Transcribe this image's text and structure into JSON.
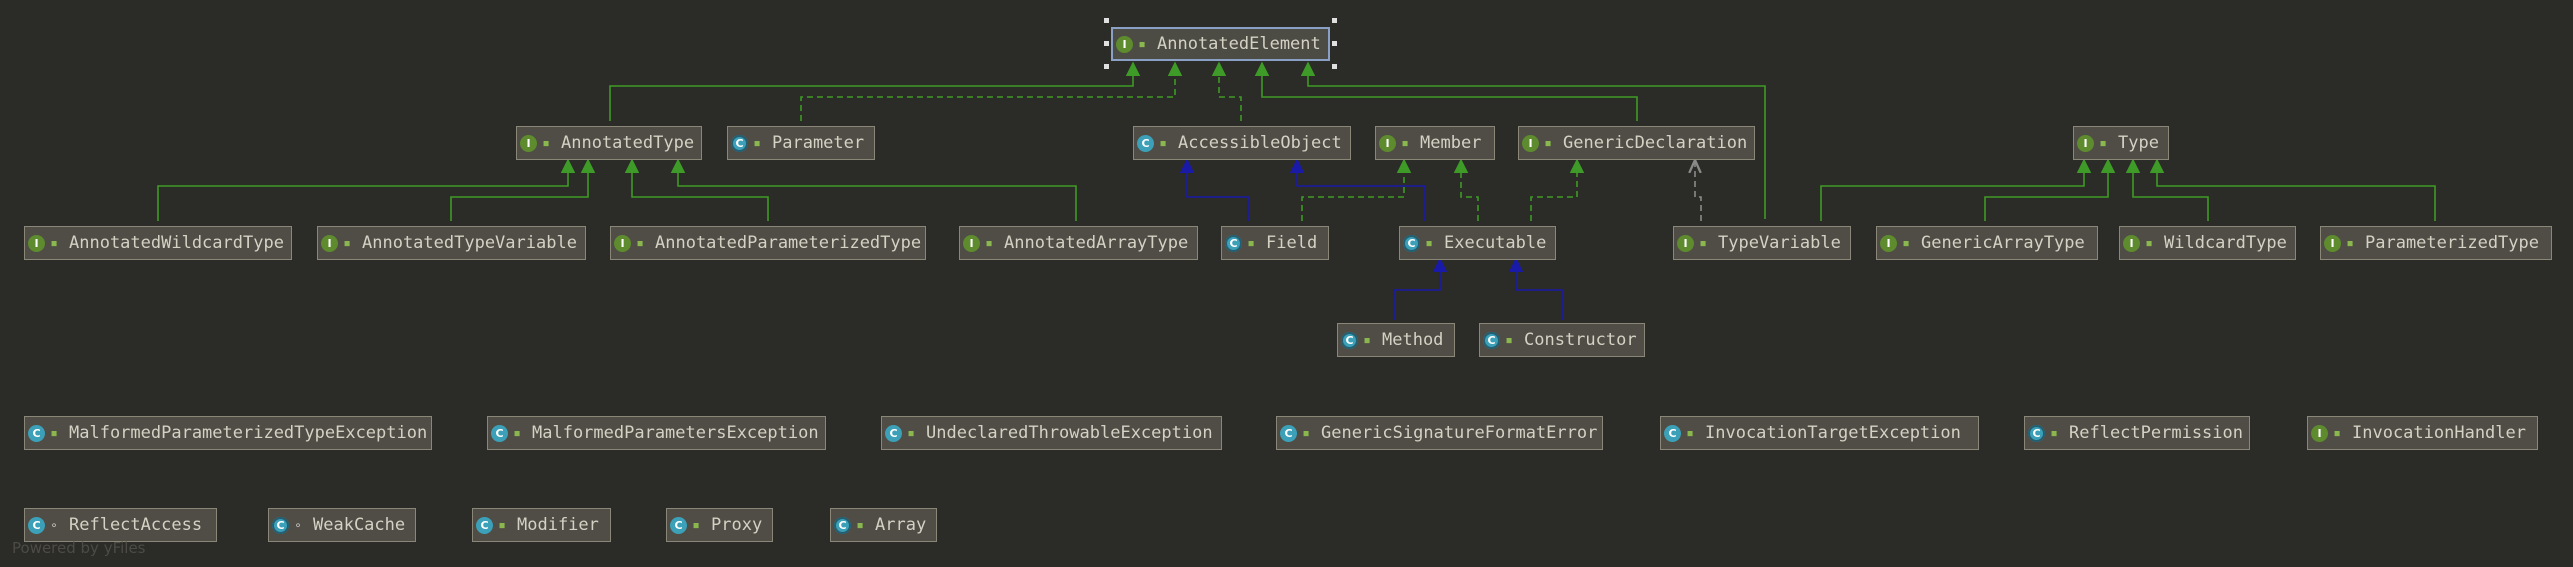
{
  "diagram": {
    "nodes": [
      {
        "id": "AnnotatedElement",
        "label": "AnnotatedElement",
        "kind": "interface",
        "kind_glyph": "I",
        "modifier": "public-icon",
        "modifier_glyph": "▪",
        "selected": true
      },
      {
        "id": "AnnotatedType",
        "label": "AnnotatedType",
        "kind": "interface",
        "kind_glyph": "I",
        "modifier": "public-icon",
        "modifier_glyph": "▪"
      },
      {
        "id": "Parameter",
        "label": "Parameter",
        "kind": "final-class",
        "kind_glyph": "C",
        "modifier": "public-icon",
        "modifier_glyph": "▪"
      },
      {
        "id": "AccessibleObject",
        "label": "AccessibleObject",
        "kind": "class",
        "kind_glyph": "C",
        "modifier": "public-icon",
        "modifier_glyph": "▪"
      },
      {
        "id": "Member",
        "label": "Member",
        "kind": "interface",
        "kind_glyph": "I",
        "modifier": "public-icon",
        "modifier_glyph": "▪"
      },
      {
        "id": "GenericDeclaration",
        "label": "GenericDeclaration",
        "kind": "interface",
        "kind_glyph": "I",
        "modifier": "public-icon",
        "modifier_glyph": "▪"
      },
      {
        "id": "Type",
        "label": "Type",
        "kind": "interface",
        "kind_glyph": "I",
        "modifier": "public-icon",
        "modifier_glyph": "▪"
      },
      {
        "id": "AnnotatedWildcardType",
        "label": "AnnotatedWildcardType",
        "kind": "interface",
        "kind_glyph": "I",
        "modifier": "public-icon",
        "modifier_glyph": "▪"
      },
      {
        "id": "AnnotatedTypeVariable",
        "label": "AnnotatedTypeVariable",
        "kind": "interface",
        "kind_glyph": "I",
        "modifier": "public-icon",
        "modifier_glyph": "▪"
      },
      {
        "id": "AnnotatedParameterizedType",
        "label": "AnnotatedParameterizedType",
        "kind": "interface",
        "kind_glyph": "I",
        "modifier": "public-icon",
        "modifier_glyph": "▪"
      },
      {
        "id": "AnnotatedArrayType",
        "label": "AnnotatedArrayType",
        "kind": "interface",
        "kind_glyph": "I",
        "modifier": "public-icon",
        "modifier_glyph": "▪"
      },
      {
        "id": "Field",
        "label": "Field",
        "kind": "final-class",
        "kind_glyph": "C",
        "modifier": "public-icon",
        "modifier_glyph": "▪"
      },
      {
        "id": "Executable",
        "label": "Executable",
        "kind": "abstract-class",
        "kind_glyph": "C",
        "modifier": "public-icon",
        "modifier_glyph": "▪"
      },
      {
        "id": "TypeVariable",
        "label": "TypeVariable",
        "kind": "interface",
        "kind_glyph": "I",
        "modifier": "public-icon",
        "modifier_glyph": "▪"
      },
      {
        "id": "GenericArrayType",
        "label": "GenericArrayType",
        "kind": "interface",
        "kind_glyph": "I",
        "modifier": "public-icon",
        "modifier_glyph": "▪"
      },
      {
        "id": "WildcardType",
        "label": "WildcardType",
        "kind": "interface",
        "kind_glyph": "I",
        "modifier": "public-icon",
        "modifier_glyph": "▪"
      },
      {
        "id": "ParameterizedType",
        "label": "ParameterizedType",
        "kind": "interface",
        "kind_glyph": "I",
        "modifier": "public-icon",
        "modifier_glyph": "▪"
      },
      {
        "id": "Method",
        "label": "Method",
        "kind": "final-class",
        "kind_glyph": "C",
        "modifier": "public-icon",
        "modifier_glyph": "▪"
      },
      {
        "id": "Constructor",
        "label": "Constructor",
        "kind": "final-class",
        "kind_glyph": "C",
        "modifier": "public-icon",
        "modifier_glyph": "▪"
      },
      {
        "id": "MalformedParameterizedTypeException",
        "label": "MalformedParameterizedTypeException",
        "kind": "class",
        "kind_glyph": "C",
        "modifier": "public-icon",
        "modifier_glyph": "▪"
      },
      {
        "id": "MalformedParametersException",
        "label": "MalformedParametersException",
        "kind": "class",
        "kind_glyph": "C",
        "modifier": "public-icon",
        "modifier_glyph": "▪"
      },
      {
        "id": "UndeclaredThrowableException",
        "label": "UndeclaredThrowableException",
        "kind": "class",
        "kind_glyph": "C",
        "modifier": "public-icon",
        "modifier_glyph": "▪"
      },
      {
        "id": "GenericSignatureFormatError",
        "label": "GenericSignatureFormatError",
        "kind": "class",
        "kind_glyph": "C",
        "modifier": "public-icon",
        "modifier_glyph": "▪"
      },
      {
        "id": "InvocationTargetException",
        "label": "InvocationTargetException",
        "kind": "class",
        "kind_glyph": "C",
        "modifier": "public-icon",
        "modifier_glyph": "▪"
      },
      {
        "id": "ReflectPermission",
        "label": "ReflectPermission",
        "kind": "final-class",
        "kind_glyph": "C",
        "modifier": "public-icon",
        "modifier_glyph": "▪"
      },
      {
        "id": "InvocationHandler",
        "label": "InvocationHandler",
        "kind": "interface",
        "kind_glyph": "I",
        "modifier": "public-icon",
        "modifier_glyph": "▪"
      },
      {
        "id": "ReflectAccess",
        "label": "ReflectAccess",
        "kind": "class",
        "kind_glyph": "C",
        "modifier": "package-private-icon",
        "modifier_glyph": "∘"
      },
      {
        "id": "WeakCache",
        "label": "WeakCache",
        "kind": "final-class",
        "kind_glyph": "C",
        "modifier": "package-private-icon",
        "modifier_glyph": "∘"
      },
      {
        "id": "Modifier",
        "label": "Modifier",
        "kind": "class",
        "kind_glyph": "C",
        "modifier": "public-icon",
        "modifier_glyph": "▪"
      },
      {
        "id": "Proxy",
        "label": "Proxy",
        "kind": "class",
        "kind_glyph": "C",
        "modifier": "public-icon",
        "modifier_glyph": "▪"
      },
      {
        "id": "Array",
        "label": "Array",
        "kind": "final-class",
        "kind_glyph": "C",
        "modifier": "public-icon",
        "modifier_glyph": "▪"
      }
    ],
    "edges": [
      {
        "from": "AnnotatedType",
        "to": "AnnotatedElement",
        "relation": "extends"
      },
      {
        "from": "Parameter",
        "to": "AnnotatedElement",
        "relation": "implements"
      },
      {
        "from": "AccessibleObject",
        "to": "AnnotatedElement",
        "relation": "implements"
      },
      {
        "from": "GenericDeclaration",
        "to": "AnnotatedElement",
        "relation": "extends"
      },
      {
        "from": "TypeVariable",
        "to": "AnnotatedElement",
        "relation": "extends"
      },
      {
        "from": "AnnotatedWildcardType",
        "to": "AnnotatedType",
        "relation": "extends"
      },
      {
        "from": "AnnotatedTypeVariable",
        "to": "AnnotatedType",
        "relation": "extends"
      },
      {
        "from": "AnnotatedParameterizedType",
        "to": "AnnotatedType",
        "relation": "extends"
      },
      {
        "from": "AnnotatedArrayType",
        "to": "AnnotatedType",
        "relation": "extends"
      },
      {
        "from": "Field",
        "to": "AccessibleObject",
        "relation": "extends"
      },
      {
        "from": "Executable",
        "to": "AccessibleObject",
        "relation": "extends"
      },
      {
        "from": "Field",
        "to": "Member",
        "relation": "implements"
      },
      {
        "from": "Executable",
        "to": "Member",
        "relation": "implements"
      },
      {
        "from": "Executable",
        "to": "GenericDeclaration",
        "relation": "implements"
      },
      {
        "from": "TypeVariable",
        "to": "GenericDeclaration",
        "relation": "uses"
      },
      {
        "from": "Method",
        "to": "Executable",
        "relation": "extends"
      },
      {
        "from": "Constructor",
        "to": "Executable",
        "relation": "extends"
      },
      {
        "from": "TypeVariable",
        "to": "Type",
        "relation": "extends"
      },
      {
        "from": "GenericArrayType",
        "to": "Type",
        "relation": "extends"
      },
      {
        "from": "WildcardType",
        "to": "Type",
        "relation": "extends"
      },
      {
        "from": "ParameterizedType",
        "to": "Type",
        "relation": "extends"
      }
    ]
  },
  "colors": {
    "background": "#2b2b27",
    "interface_inheritance": "#3f9b27",
    "class_inheritance": "#1a1aa8",
    "dependency": "#8a8a8a"
  },
  "footer": {
    "watermark": "Powered by yFiles"
  }
}
